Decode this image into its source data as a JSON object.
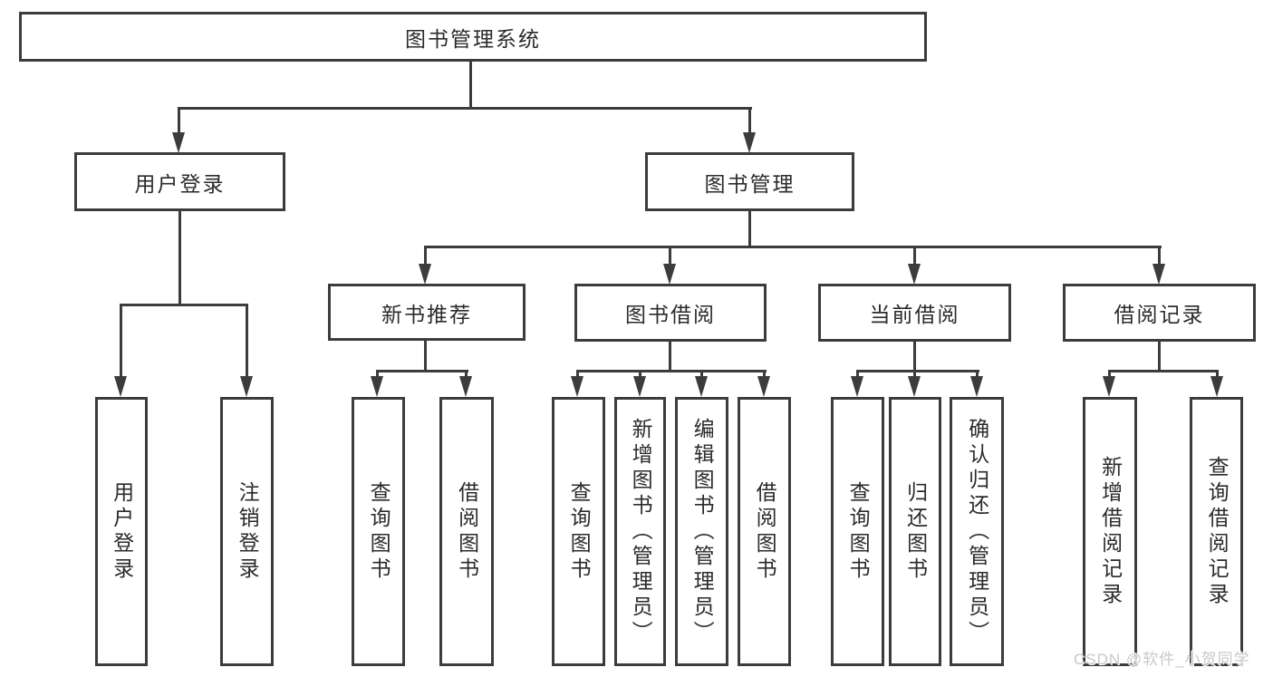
{
  "tree": {
    "label": "图书管理系统",
    "children": [
      {
        "label": "用户登录",
        "children": [
          {
            "label": "用户登录"
          },
          {
            "label": "注销登录"
          }
        ]
      },
      {
        "label": "图书管理",
        "children": [
          {
            "label": "新书推荐",
            "children": [
              {
                "label": "查询图书"
              },
              {
                "label": "借阅图书"
              }
            ]
          },
          {
            "label": "图书借阅",
            "children": [
              {
                "label": "查询图书"
              },
              {
                "label": "新增图书（管理员）"
              },
              {
                "label": "编辑图书（管理员）"
              },
              {
                "label": "借阅图书"
              }
            ]
          },
          {
            "label": "当前借阅",
            "children": [
              {
                "label": "查询图书"
              },
              {
                "label": "归还图书"
              },
              {
                "label": "确认归还（管理员）"
              }
            ]
          },
          {
            "label": "借阅记录",
            "children": [
              {
                "label": "新增借阅记录"
              },
              {
                "label": "查询借阅记录"
              }
            ]
          }
        ]
      }
    ]
  },
  "watermark": {
    "text": "CSDN @软件_小贺同学"
  },
  "colors": {
    "line": "#3c3c3c",
    "text": "#2b2b2b",
    "watermark": "#c9c9c9",
    "background": "#ffffff"
  }
}
